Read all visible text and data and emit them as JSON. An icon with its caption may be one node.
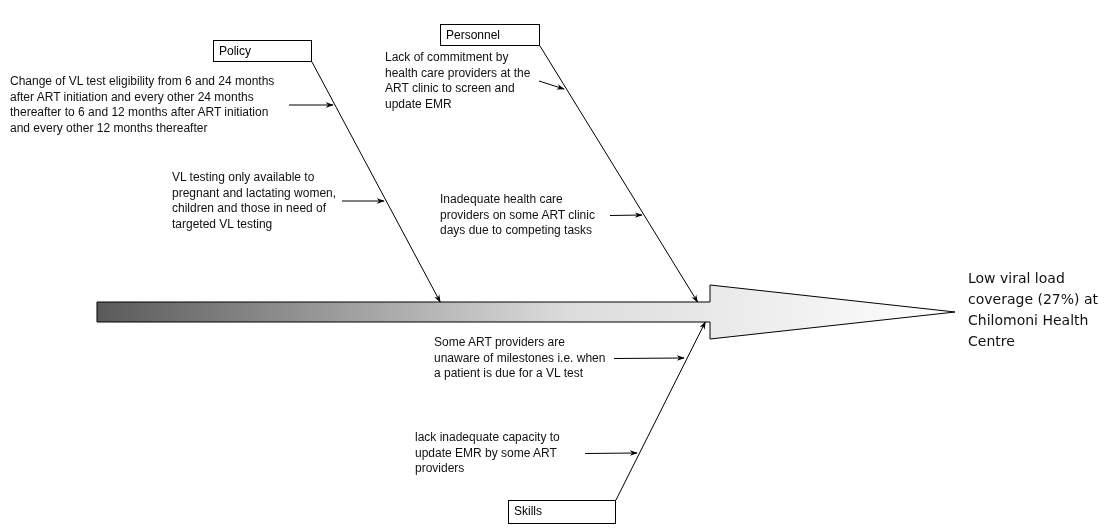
{
  "diagram": {
    "nodes": [
      {
        "text": [
          "Policy"
        ]
      },
      {
        "text": [
          "Personnel"
        ]
      },
      {
        "text": [
          "Change of VL test eligibility from 6 and 24 months after ART initiation and every other 24 months thereafter to 6 and 12 months after ART initiation and every other 12 months thereafter"
        ]
      },
      {
        "text": [
          "Lack of commitment by health care providers at the ART clinic to screen and update EMR"
        ]
      },
      {
        "text": [
          "VL testing only available to pregnant and lactating women, children and those in need of targeted VL testing"
        ]
      },
      {
        "text": [
          "Inadequate health care providers on some ART clinic days due to competing tasks"
        ]
      },
      {
        "text": [],
        "shape": "arrow"
      },
      {
        "text": [
          "Low viral load coverage (27%) at Chilomoni Health Centre"
        ]
      },
      {
        "text": [
          "Some ART providers are unaware of milestones i.e. when a patient is due for a VL test"
        ]
      },
      {
        "text": [
          "lack inadequate capacity to update EMR by some ART providers"
        ]
      },
      {
        "text": [
          "Skills"
        ]
      }
    ],
    "edges": [
      {
        "from": 0,
        "to": 6,
        "arrow": "to"
      },
      {
        "from": 1,
        "to": 6,
        "arrow": "to"
      },
      {
        "from": 10,
        "to": 6,
        "arrow": "to"
      },
      {
        "from": 2,
        "to": null,
        "arrow": "to"
      },
      {
        "from": 3,
        "to": null,
        "arrow": "to"
      },
      {
        "from": 4,
        "to": null,
        "arrow": "to"
      },
      {
        "from": 5,
        "to": null,
        "arrow": "to"
      },
      {
        "from": 8,
        "to": null,
        "arrow": "to"
      },
      {
        "from": 9,
        "to": null,
        "arrow": "to"
      }
    ]
  }
}
